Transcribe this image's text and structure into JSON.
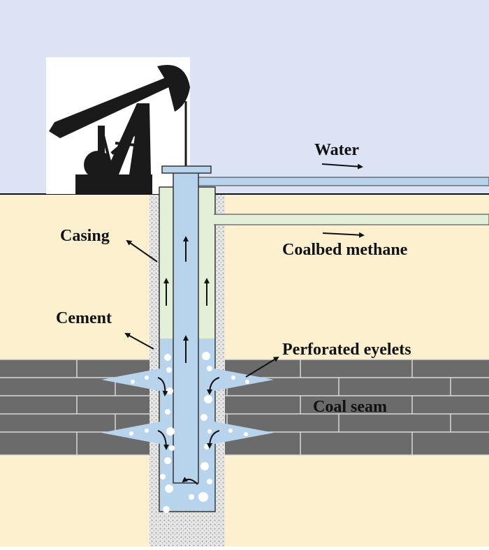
{
  "labels": {
    "water": "Water",
    "coalbed_methane": "Coalbed methane",
    "casing": "Casing",
    "cement": "Cement",
    "perforated_eyelets": "Perforated eyelets",
    "coal_seam": "Coal seam"
  },
  "colors": {
    "sky": "#dbe3f4",
    "soil": "#fdf0cf",
    "coal": "#6b6b6b",
    "coal_lines": "#d9d9d9",
    "cement": "#e2e2e2",
    "casing_annulus_gas": "#e3efd9",
    "tubing_water": "#b8d3ec",
    "bubble": "#ffffff",
    "pump_jack": "#1a1a1a"
  },
  "icons": {
    "pump_jack": "pump-jack-icon"
  }
}
